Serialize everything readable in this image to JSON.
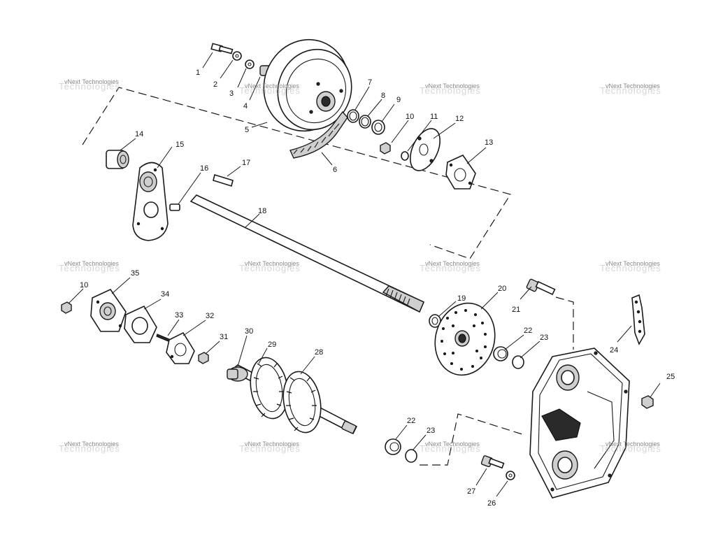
{
  "watermark": {
    "line1": "vNext Technologies",
    "line2": "Technologies"
  },
  "callouts": [
    "1",
    "2",
    "3",
    "4",
    "5",
    "6",
    "7",
    "8",
    "9",
    "10",
    "11",
    "12",
    "13",
    "14",
    "15",
    "16",
    "17",
    "18",
    "10",
    "35",
    "34",
    "33",
    "32",
    "31",
    "30",
    "29",
    "28",
    "19",
    "20",
    "21",
    "22",
    "23",
    "24",
    "25",
    "22",
    "23",
    "27",
    "26"
  ]
}
